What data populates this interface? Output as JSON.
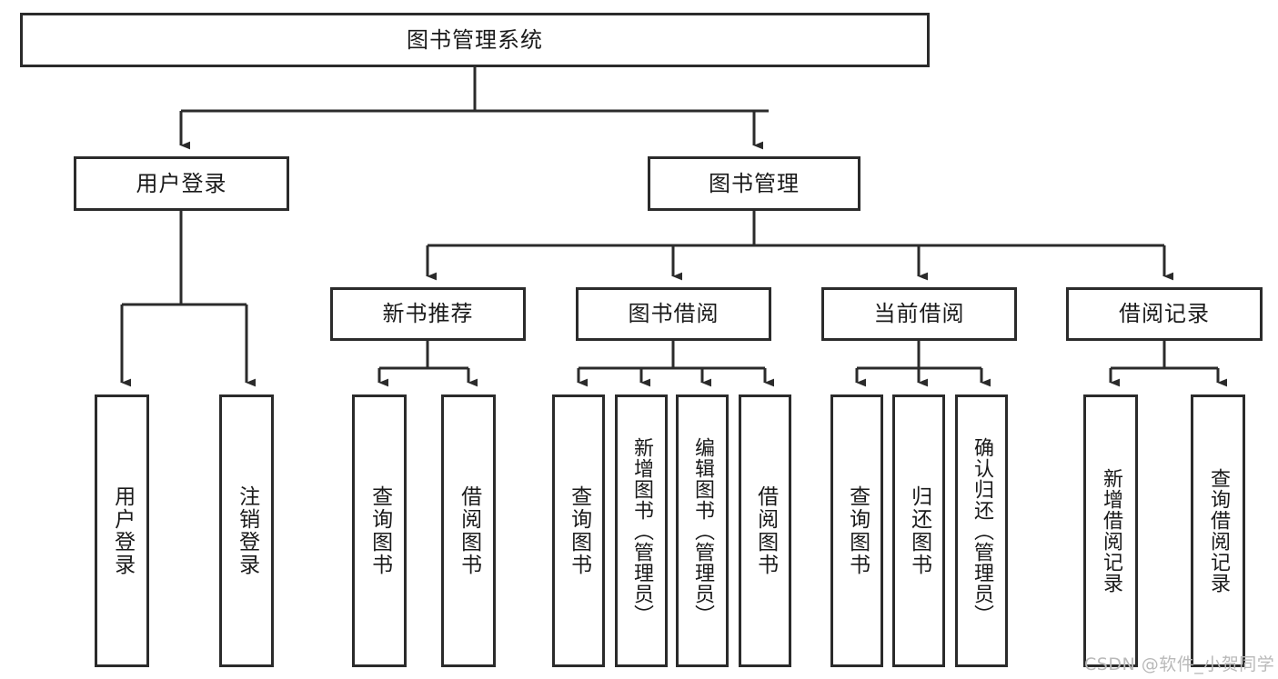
{
  "diagram": {
    "type": "tree-hierarchy",
    "title": "图书管理系统",
    "watermark": "CSDN @软件_小贺同学",
    "colors": {
      "box_border": "#2b2b2b",
      "box_fill": "#ffffff",
      "connector": "#2b2b2b",
      "text": "#1a1a1a",
      "watermark": "#b9b9b9",
      "background": "#ffffff"
    },
    "root": {
      "label": "图书管理系统"
    },
    "level2": [
      {
        "label": "用户登录"
      },
      {
        "label": "图书管理"
      }
    ],
    "level3": [
      {
        "label": "新书推荐"
      },
      {
        "label": "图书借阅"
      },
      {
        "label": "当前借阅"
      },
      {
        "label": "借阅记录"
      }
    ],
    "leaves": {
      "user_login": [
        {
          "label": "用户登录"
        },
        {
          "label": "注销登录"
        }
      ],
      "new_book": [
        {
          "label": "查询图书"
        },
        {
          "label": "借阅图书"
        }
      ],
      "book_borrow": [
        {
          "label": "查询图书"
        },
        {
          "label": "新增图书（管理员）"
        },
        {
          "label": "编辑图书（管理员）"
        },
        {
          "label": "借阅图书"
        }
      ],
      "current_borrow": [
        {
          "label": "查询图书"
        },
        {
          "label": "归还图书"
        },
        {
          "label": "确认归还（管理员）"
        }
      ],
      "borrow_record": [
        {
          "label": "新增借阅记录"
        },
        {
          "label": "查询借阅记录"
        }
      ]
    }
  }
}
